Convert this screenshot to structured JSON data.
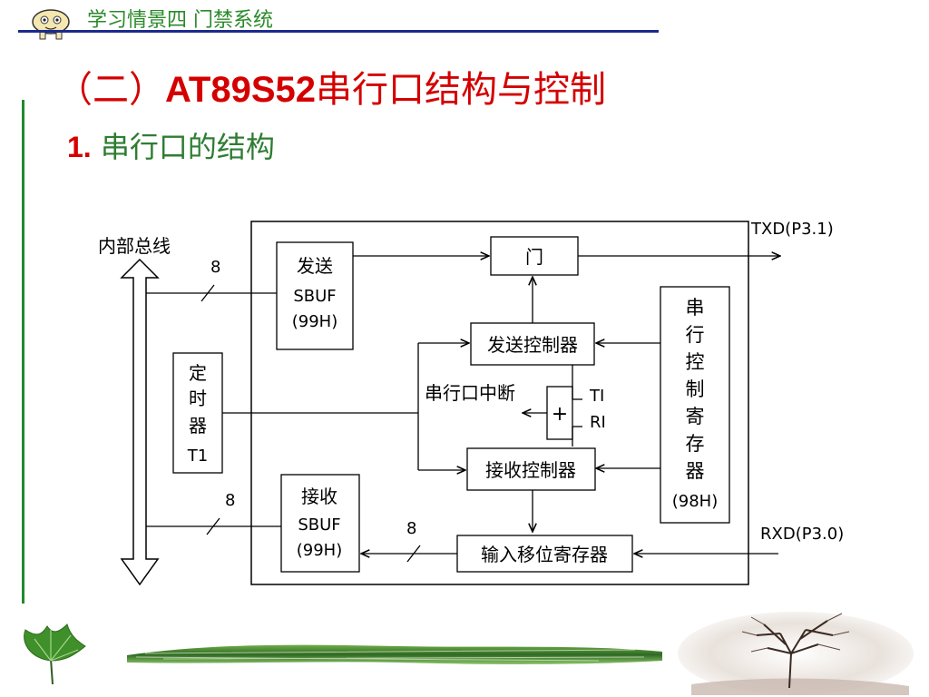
{
  "header": {
    "text": "学习情景四  门禁系统"
  },
  "title": {
    "prefix": "（二）",
    "bold": "AT89S52",
    "suffix": "串行口结构与控制"
  },
  "subtitle": {
    "number": "1.",
    "text": " 串行口的结构"
  },
  "diagram": {
    "internal_bus": "内部总线",
    "bus_width_top": "8",
    "bus_width_bottom": "8",
    "bus_width_shift": "8",
    "tx_sbuf_line1": "发送",
    "tx_sbuf_line2": "SBUF",
    "tx_sbuf_line3": "(99H)",
    "gate": "门",
    "txd": "TXD(P3.1)",
    "tx_controller": "发送控制器",
    "timer_chars": [
      "定",
      "时",
      "器",
      "T1"
    ],
    "serial_interrupt": "串行口中断",
    "or_symbol": "+",
    "ti": "TI",
    "ri": "RI",
    "scon_chars": [
      "串",
      "行",
      "控",
      "制",
      "寄",
      "存",
      "器"
    ],
    "scon_addr": "(98H)",
    "rx_controller": "接收控制器",
    "rx_sbuf_line1": "接收",
    "rx_sbuf_line2": "SBUF",
    "rx_sbuf_line3": "(99H)",
    "shift_register": "输入移位寄存器",
    "rxd": "RXD(P3.0)"
  },
  "colors": {
    "header_green": "#2a8a2a",
    "title_red": "#d40000",
    "subtitle_green": "#2e7d32",
    "header_rule": "#1b2a8c",
    "side_bar": "#1f8a2f"
  }
}
